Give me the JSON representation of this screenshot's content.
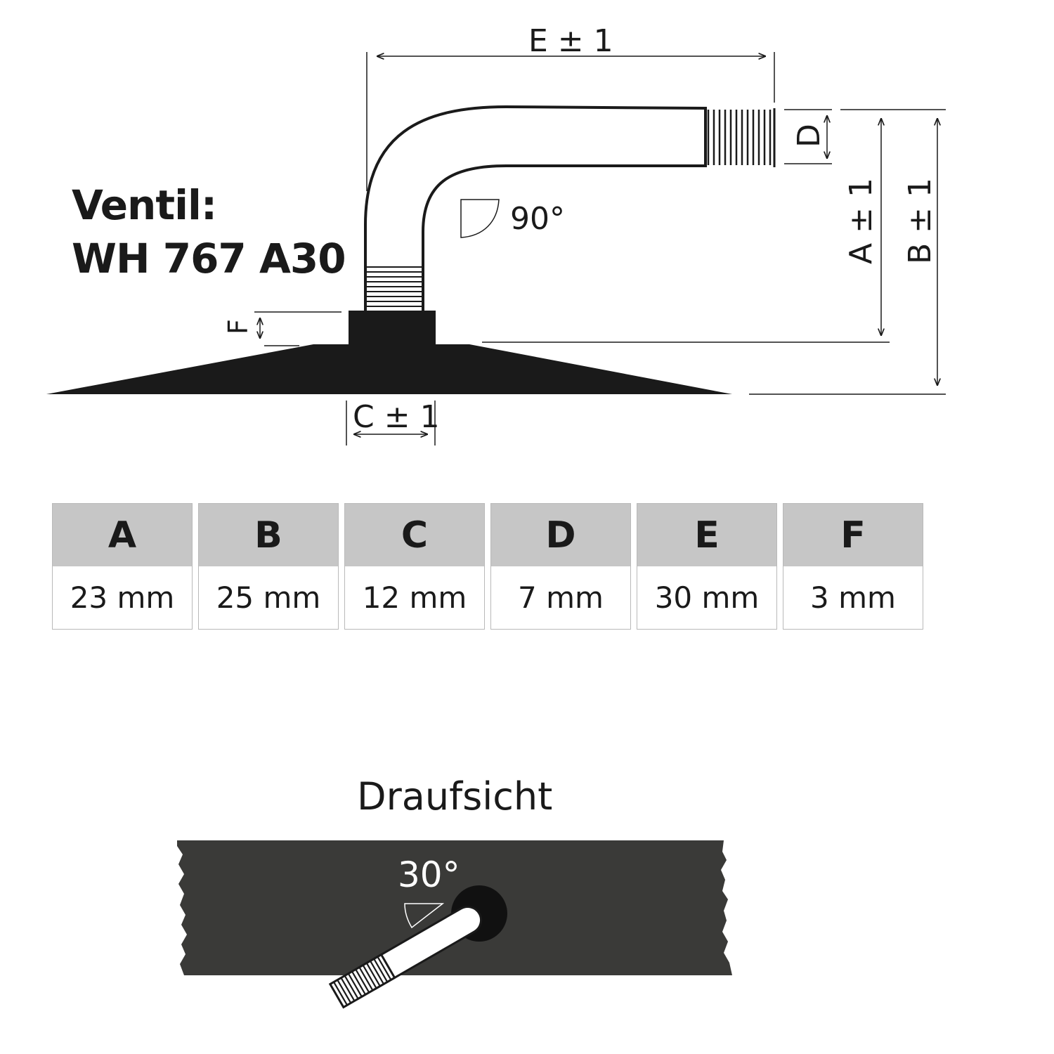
{
  "title": {
    "line1": "Ventil:",
    "line2": "WH 767 A30"
  },
  "dimension_labels": {
    "E": "E ± 1",
    "C": "C ± 1",
    "D": "D",
    "A": "A ± 1",
    "B": "B ± 1",
    "F": "F",
    "angle_bend": "90°"
  },
  "table": {
    "headers": [
      "A",
      "B",
      "C",
      "D",
      "E",
      "F"
    ],
    "values": [
      "23 mm",
      "25 mm",
      "12 mm",
      "7 mm",
      "30 mm",
      "3 mm"
    ]
  },
  "top_view": {
    "title": "Draufsicht",
    "angle": "30°"
  },
  "colors": {
    "ink": "#1a1a1a",
    "table_header": "#c6c6c6",
    "table_border": "#b9b9b9",
    "tube": "#3a3a38"
  }
}
